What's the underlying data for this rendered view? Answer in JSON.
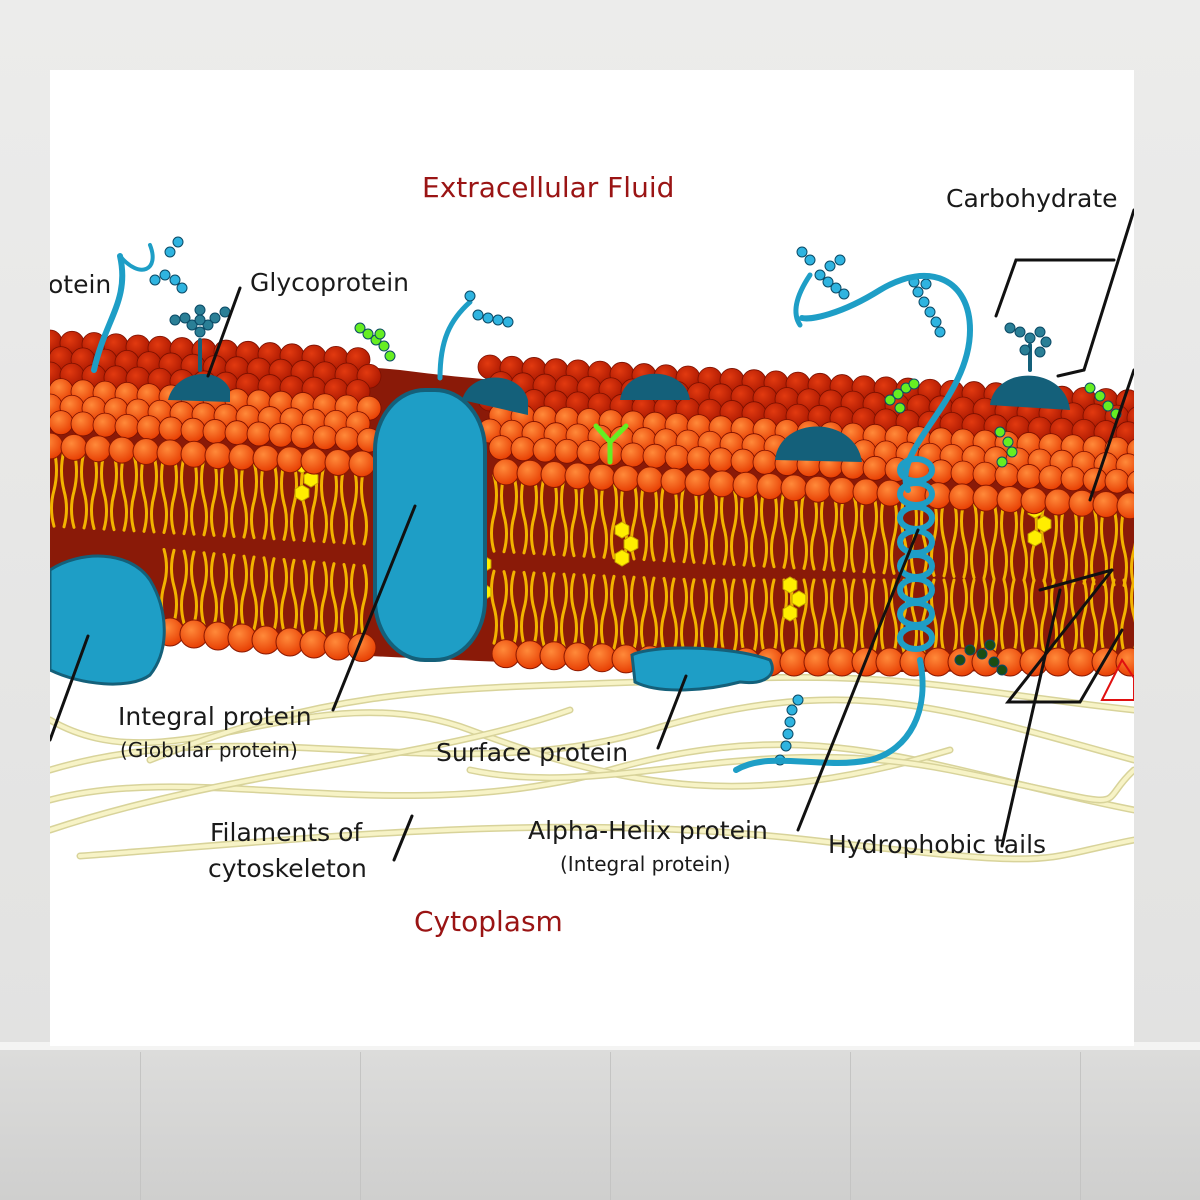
{
  "labels": {
    "extracellular": "Extracellular Fluid",
    "cytoplasm": "Cytoplasm",
    "carbohydrate": "Carbohydrate",
    "protein_partial": "otein",
    "glycoprotein": "Glycoprotein",
    "integral_protein": "Integral protein",
    "globular_protein": "(Globular protein)",
    "surface_protein": "Surface protein",
    "filaments_line1": "Filaments of",
    "filaments_line2": "cytoskeleton",
    "alpha_helix": "Alpha-Helix protein",
    "alpha_helix_sub": "(Integral protein)",
    "hydrophobic_tails": "Hydrophobic tails"
  },
  "colors": {
    "region_text": "#9a1414",
    "head_outer": "#ff6a1a",
    "head_dark": "#c41e00",
    "membrane_bg": "#8a1a08",
    "tail": "#f2b300",
    "protein_light": "#1e9ec6",
    "protein_dark": "#14607a",
    "cholesterol": "#ffee00",
    "carb_green": "#66ee22",
    "cytoskeleton": "#f5f0b8"
  }
}
